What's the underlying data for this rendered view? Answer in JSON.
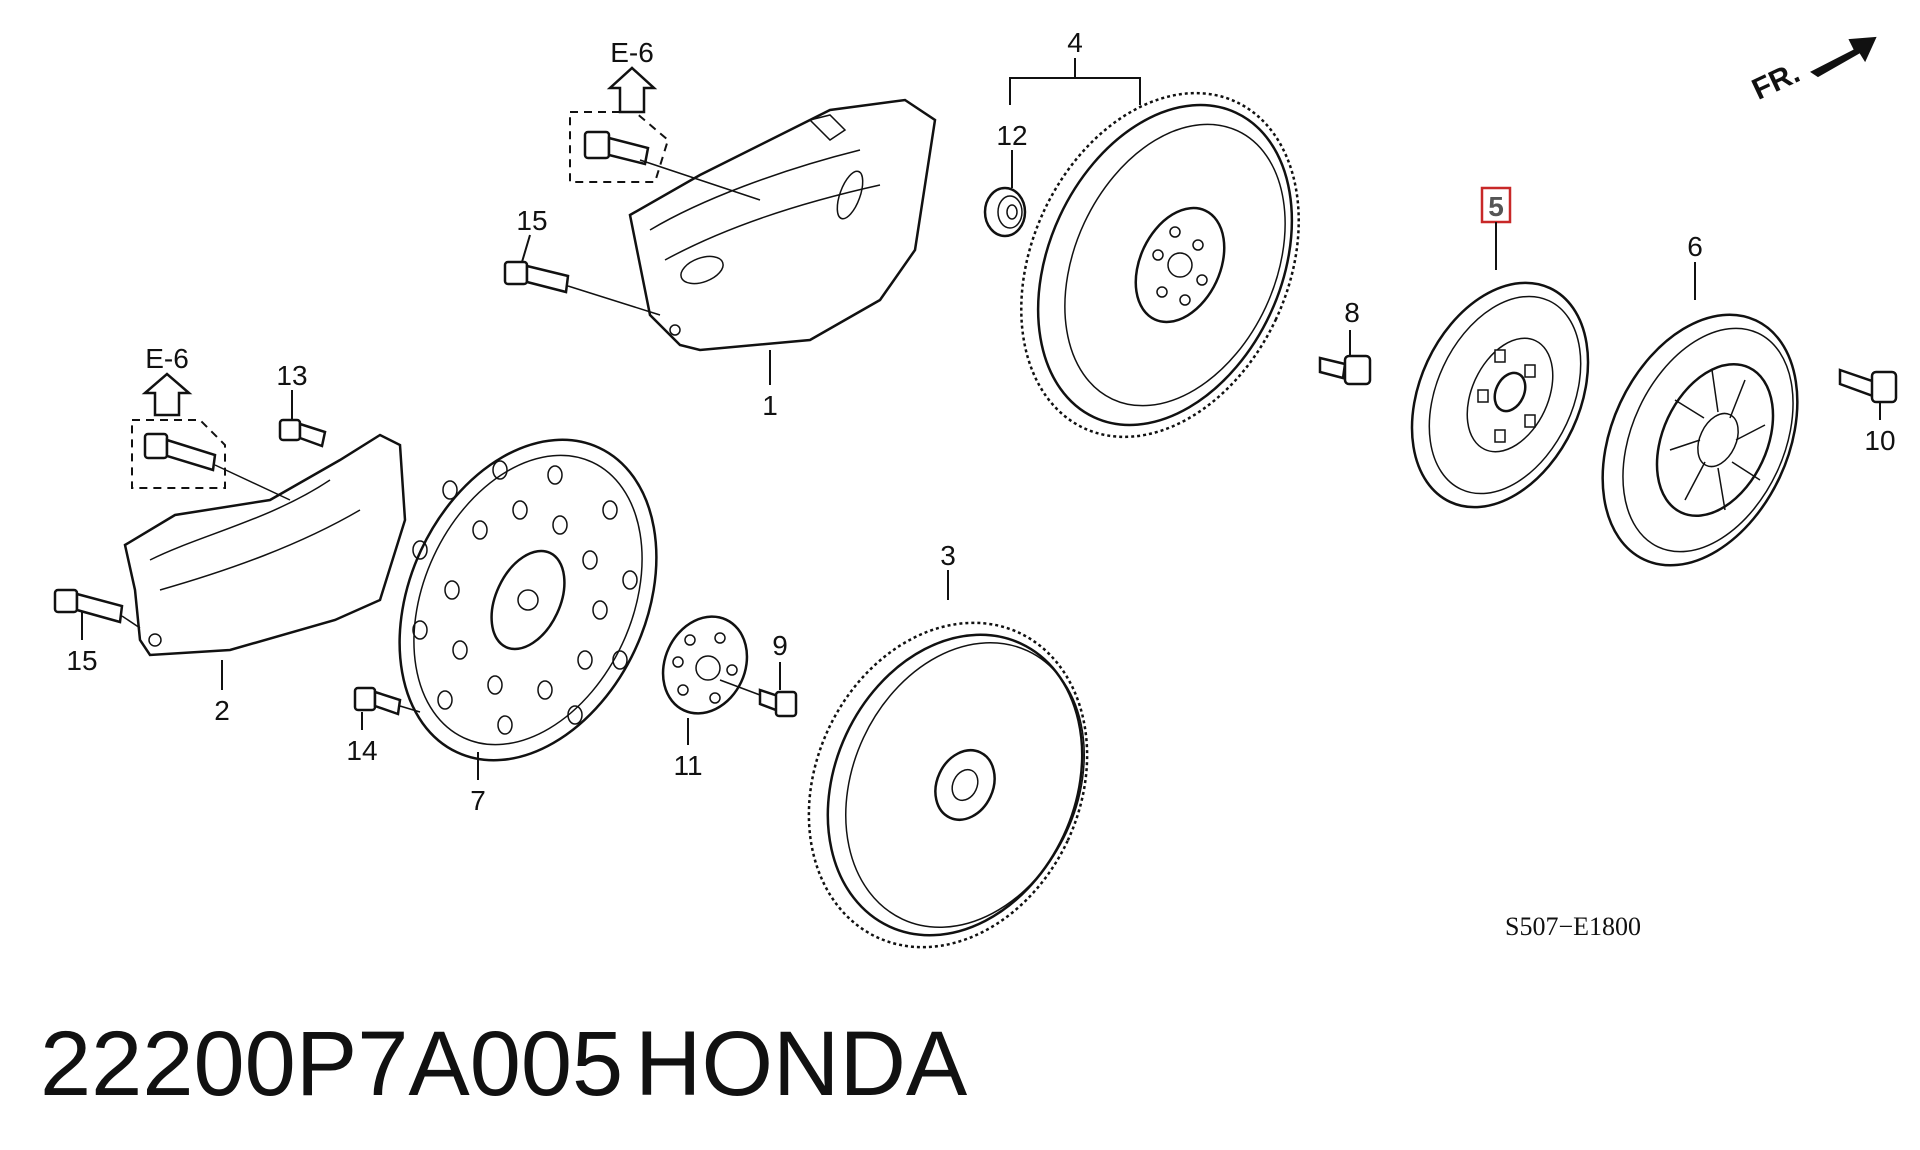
{
  "diagram": {
    "callouts": {
      "c1": "1",
      "c2": "2",
      "c3": "3",
      "c4": "4",
      "c5": "5",
      "c6": "6",
      "c7": "7",
      "c8": "8",
      "c9": "9",
      "c10": "10",
      "c11": "11",
      "c12": "12",
      "c13": "13",
      "c14": "14",
      "c15a": "15",
      "c15b": "15"
    },
    "refs": {
      "e6_top": "E-6",
      "e6_left": "E-6"
    },
    "direction_label": "FR.",
    "drawing_code": "S507−E1800",
    "highlight_color": "#c82828"
  },
  "caption": {
    "part_number": "22200P7A005",
    "brand": "HONDA"
  }
}
